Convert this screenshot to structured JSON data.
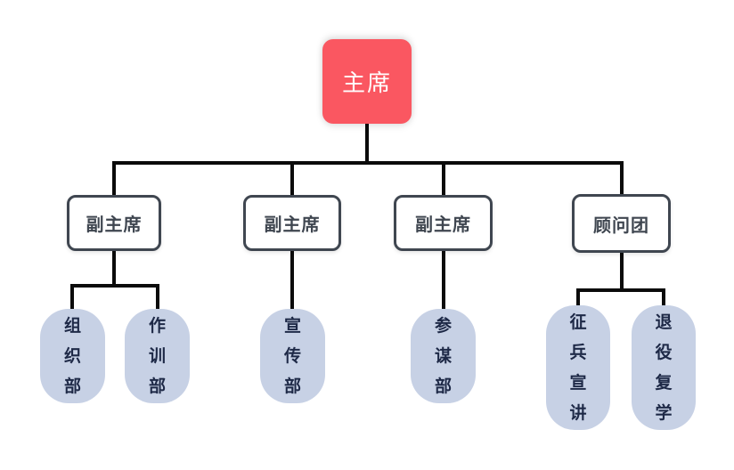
{
  "colors": {
    "root_fill": "#fa5761",
    "root_text": "#ffffff",
    "branch_border": "#3f4650",
    "branch_text": "#3f4650",
    "branch_fill": "#ffffff",
    "leaf_fill": "#c7d1e5",
    "leaf_text": "#1e2947",
    "line": "#0b0b0b",
    "canvas": "#ffffff"
  },
  "org_chart": {
    "root": {
      "label": "主席"
    },
    "branches": [
      {
        "label": "副主席",
        "children": [
          "组织部",
          "作训部"
        ]
      },
      {
        "label": "副主席",
        "children": [
          "宣传部"
        ]
      },
      {
        "label": "副主席",
        "children": [
          "参谋部"
        ]
      },
      {
        "label": "顾问团",
        "children": [
          "征兵宣讲",
          "退役复学"
        ]
      }
    ]
  }
}
